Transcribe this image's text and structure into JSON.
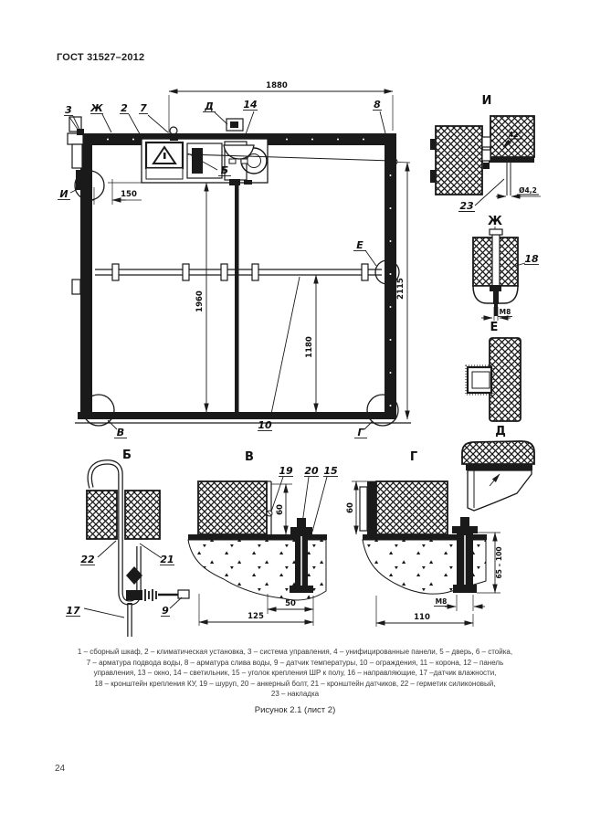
{
  "colors": {
    "ink": "#1a1a1a",
    "paper": "#ffffff"
  },
  "page": {
    "header": "ГОСТ 31527–2012",
    "page_number": "24",
    "figure_caption": "Рисунок 2.1 (лист 2)",
    "legend_lines": [
      "1 – сборный шкаф, 2 – климатическая установка, 3 – система управления, 4 – унифицированные панели, 5 – дверь, 6 – стойка,",
      "7 – арматура подвода воды, 8 – арматура слива воды, 9 – датчик температуры, 10 – ограждения, 11 – корона, 12 – панель",
      "управления, 13 – окно, 14 – светильник, 15 – уголок крепления ШР к полу, 16 – направляющие, 17 –датчик влажности,",
      "18 – кронштейн крепления КУ, 19 – шуруп, 20 – анкерный болт, 21 – кронштейн датчиков, 22 – герметик силиконовый,",
      "23 – накладка"
    ]
  },
  "drawing": {
    "dim_1880": "1880",
    "dim_150": "150",
    "dim_1960": "1960",
    "dim_1180": "1180",
    "dim_2115": "2115",
    "lbl_3": "3",
    "lbl_zh": "Ж",
    "lbl_2": "2",
    "lbl_7": "7",
    "lbl_d": "Д",
    "lbl_14": "14",
    "lbl_8": "8",
    "lbl_b": "Б",
    "lbl_i": "И",
    "lbl_e": "Е",
    "lbl_v": "В",
    "lbl_10": "10",
    "lbl_g": "Г"
  },
  "details": {
    "i": {
      "title": "И",
      "lbl_23": "23",
      "dim_angle": "42°",
      "dim_screw": "Ø4,2"
    },
    "zh": {
      "title": "Ж",
      "lbl_18": "18",
      "dim_m8": "М8"
    },
    "e": {
      "title": "Е"
    },
    "d": {
      "title": "Д"
    },
    "b": {
      "title": "Б",
      "lbl_22": "22",
      "lbl_21": "21",
      "lbl_17": "17",
      "lbl_9": "9"
    },
    "v": {
      "title": "В",
      "lbl_19": "19",
      "lbl_20": "20",
      "lbl_15": "15",
      "dim_60": "60",
      "dim_50": "50",
      "dim_125": "125"
    },
    "g": {
      "title": "Г",
      "dim_60": "60",
      "dim_65_100": "65 – 100",
      "dim_m8": "М8",
      "dim_110": "110"
    }
  }
}
